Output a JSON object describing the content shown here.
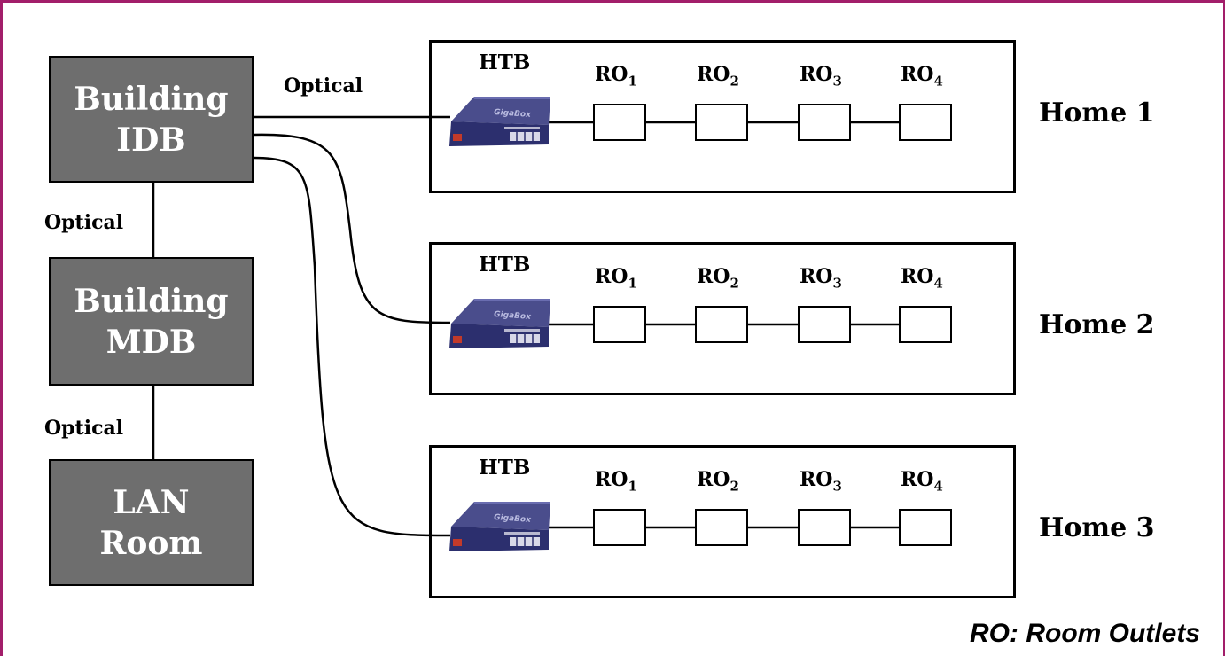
{
  "blocks": {
    "idb": {
      "line1": "Building",
      "line2": "IDB"
    },
    "mdb": {
      "line1": "Building",
      "line2": "MDB"
    },
    "lan": {
      "line1": "LAN",
      "line2": "Room"
    }
  },
  "links": {
    "idb_to_home": "Optical",
    "idb_to_mdb": "Optical",
    "mdb_to_lan": "Optical"
  },
  "homes": [
    {
      "name": "Home 1",
      "htb": "HTB",
      "device_name": "GigaBox",
      "outlets": [
        {
          "base": "RO",
          "sub": "1"
        },
        {
          "base": "RO",
          "sub": "2"
        },
        {
          "base": "RO",
          "sub": "3"
        },
        {
          "base": "RO",
          "sub": "4"
        }
      ]
    },
    {
      "name": "Home 2",
      "htb": "HTB",
      "device_name": "GigaBox",
      "outlets": [
        {
          "base": "RO",
          "sub": "1"
        },
        {
          "base": "RO",
          "sub": "2"
        },
        {
          "base": "RO",
          "sub": "3"
        },
        {
          "base": "RO",
          "sub": "4"
        }
      ]
    },
    {
      "name": "Home 3",
      "htb": "HTB",
      "device_name": "GigaBox",
      "outlets": [
        {
          "base": "RO",
          "sub": "1"
        },
        {
          "base": "RO",
          "sub": "2"
        },
        {
          "base": "RO",
          "sub": "3"
        },
        {
          "base": "RO",
          "sub": "4"
        }
      ]
    }
  ],
  "legend": "RO: Room Outlets",
  "colors": {
    "frame": "#a21e6a",
    "block_fill": "#6e6e6e",
    "device": "#2c2f6e"
  }
}
